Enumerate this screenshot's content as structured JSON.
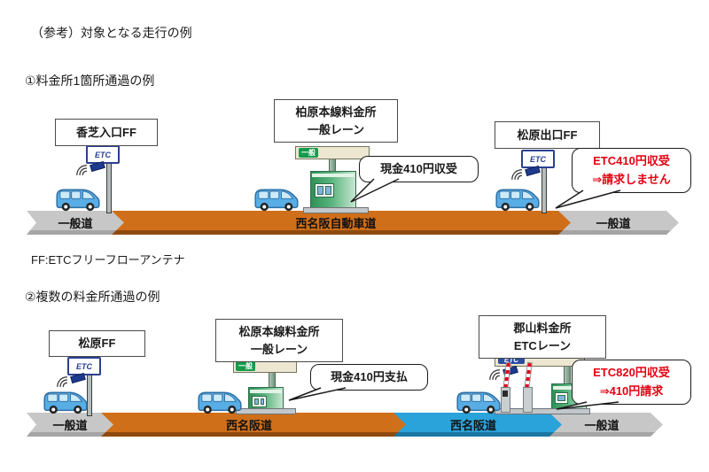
{
  "header": {
    "title": "（参考）対象となる走行の例"
  },
  "note": {
    "ff_definition": "FF:ETCフリーフローアンテナ"
  },
  "signs": {
    "etc": "ETC",
    "general_lane": "一般"
  },
  "colors": {
    "highway_orange": "#D06F19",
    "highway_blue": "#2AA2DA",
    "general_road_gray": "#C7C7C7",
    "alert_red": "#E60012",
    "booth_green": "#2F9158",
    "etc_sign_blue": "#2B4EA2"
  },
  "diagram1": {
    "title": "①料金所1箇所通過の例",
    "entry_label": "香芝入口FF",
    "tollgate_label_line1": "柏原本線料金所",
    "tollgate_label_line2": "一般レーン",
    "exit_label": "松原出口FF",
    "cash_bubble": "現金410円収受",
    "etc_bubble_line1": "ETC410円収受",
    "etc_bubble_line2": "⇒請求しません",
    "roads": [
      {
        "label": "一般道"
      },
      {
        "label": "西名阪自動車道"
      },
      {
        "label": "一般道"
      }
    ]
  },
  "diagram2": {
    "title": "②複数の料金所通過の例",
    "ff_label": "松原FF",
    "tollgate_label_line1": "松原本線料金所",
    "tollgate_label_line2": "一般レーン",
    "etc_gate_label_line1": "郡山料金所",
    "etc_gate_label_line2": "ETCレーン",
    "cash_bubble": "現金410円支払",
    "etc_bubble_line1": "ETC820円収受",
    "etc_bubble_line2": "⇒410円請求",
    "roads": [
      {
        "label": "一般道"
      },
      {
        "label": "西名阪道"
      },
      {
        "label": "西名阪道"
      },
      {
        "label": "一般道"
      }
    ]
  }
}
